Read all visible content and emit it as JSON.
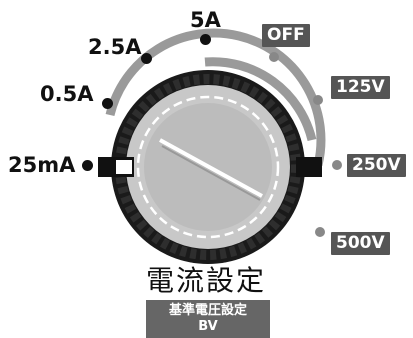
{
  "dial": {
    "title": "電流設定",
    "subtitle_line1": "基準電圧設定",
    "subtitle_line2": "BV",
    "current_positions": [
      {
        "label": "25mA"
      },
      {
        "label": "0.5A"
      },
      {
        "label": "2.5A"
      },
      {
        "label": "5A"
      }
    ],
    "voltage_positions": [
      {
        "label": "OFF"
      },
      {
        "label": "125V"
      },
      {
        "label": "250V"
      },
      {
        "label": "500V"
      }
    ]
  },
  "colors": {
    "dark": "#111111",
    "badge": "#555555",
    "arc": "#9a9a9a",
    "knob_face": "#c8c8c8"
  }
}
